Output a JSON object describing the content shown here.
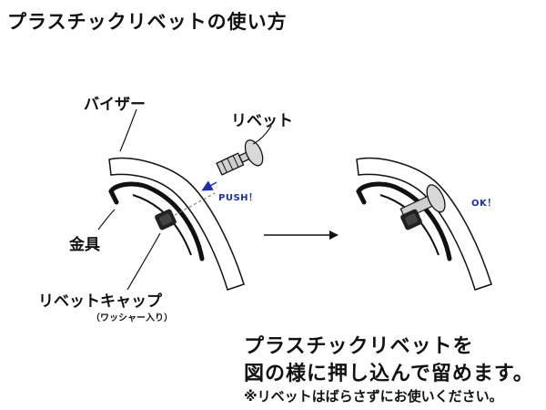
{
  "title": "プラスチックリベットの使い方",
  "labels": {
    "visor": "バイザー",
    "rivet": "リベット",
    "bracket": "金具",
    "rivet_cap": "リベットキャップ",
    "rivet_cap_note": "（ワッシャー入り）",
    "push": "PUSH！",
    "ok": "OK！"
  },
  "instructions": {
    "line1": "プラスチックリベットを",
    "line2": "図の様に押し込んで留めます。",
    "note": "※リベットはばらさずにお使いください。"
  }
}
